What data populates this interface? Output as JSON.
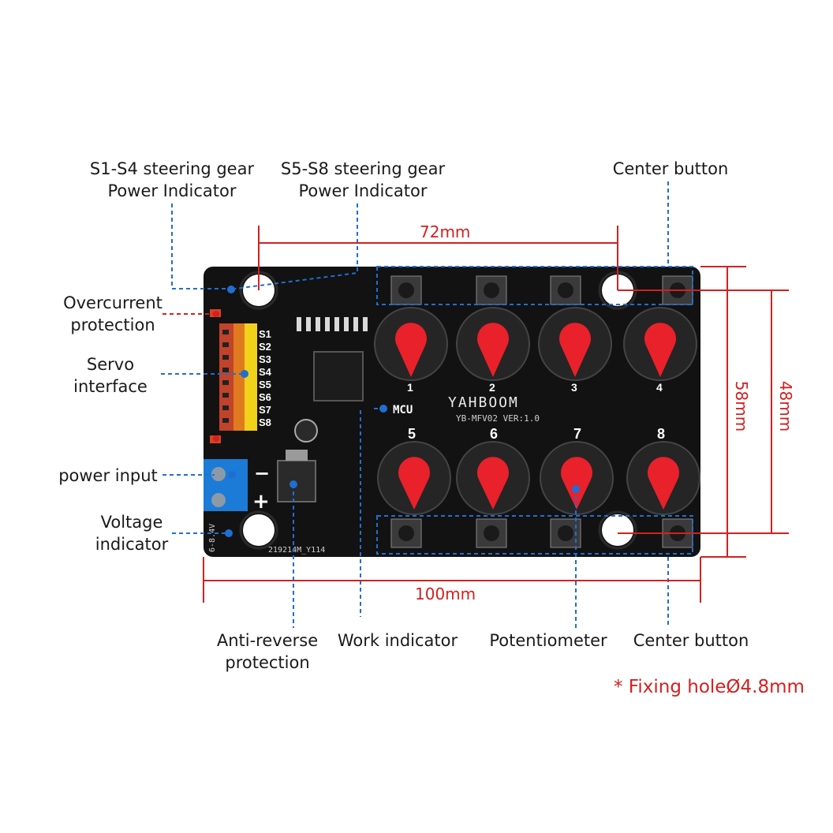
{
  "labels": {
    "s1_s4_line1": "S1-S4 steering gear",
    "s1_s4_line2": "Power Indicator",
    "s5_s8_line1": "S5-S8 steering gear",
    "s5_s8_line2": "Power Indicator",
    "center_button_top": "Center button",
    "overcurrent_line1": "Overcurrent",
    "overcurrent_line2": "protection",
    "servo_line1": "Servo",
    "servo_line2": "interface",
    "power_input": "power input",
    "voltage_line1": "Voltage",
    "voltage_line2": "indicator",
    "anti_reverse_line1": "Anti-reverse",
    "anti_reverse_line2": "protection",
    "work_indicator": "Work indicator",
    "potentiometer": "Potentiometer",
    "center_button_bottom": "Center button"
  },
  "dimensions": {
    "hole_spacing": "72mm",
    "board_width": "100mm",
    "board_height": "58mm",
    "hole_vertical": "48mm"
  },
  "note": "* Fixing holeØ4.8mm",
  "board": {
    "brand": "YAHBOOM",
    "model": "YB-MFV02  VER:1.0",
    "mcu_label": "MCU",
    "serial": "219214M_Y114",
    "voltage_text": "6-8.4V",
    "servo_ports": [
      "S1",
      "S2",
      "S3",
      "S4",
      "S5",
      "S6",
      "S7",
      "S8"
    ],
    "knob_numbers_top": [
      "1",
      "2",
      "3",
      "4"
    ],
    "knob_numbers_bottom": [
      "5",
      "6",
      "7",
      "8"
    ],
    "minus": "−",
    "plus": "+"
  },
  "colors": {
    "leader_line": "#1f6fd1",
    "overcurrent_line": "#d42020",
    "dimension": "#d42020",
    "board": "#111111",
    "knob_cap": "#e8212b"
  }
}
